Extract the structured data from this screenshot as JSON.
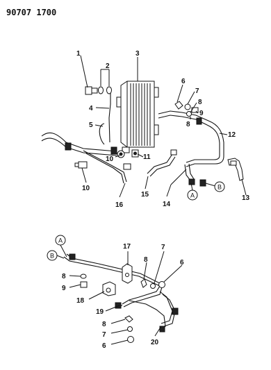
{
  "document_id": "90707 1700",
  "callouts": {
    "c1": "1",
    "c2": "2",
    "c3": "3",
    "c4": "4",
    "c5": "5",
    "c6a": "6",
    "c7a": "7",
    "c8a": "8",
    "c9a": "9",
    "c8b": "8",
    "c10a": "10",
    "c11": "11",
    "c12": "12",
    "c10b": "10",
    "c15": "15",
    "c14": "14",
    "c13": "13",
    "c16": "16",
    "c17": "17",
    "c8c": "8",
    "c7b": "7",
    "c6b": "6",
    "c8d": "8",
    "c9b": "9",
    "c18": "18",
    "c19": "19",
    "c8e": "8",
    "c7c": "7",
    "c6c": "6",
    "c20": "20"
  },
  "refs": {
    "a_top": "A",
    "b_top": "B",
    "a_bottom": "A",
    "b_bottom": "B"
  }
}
